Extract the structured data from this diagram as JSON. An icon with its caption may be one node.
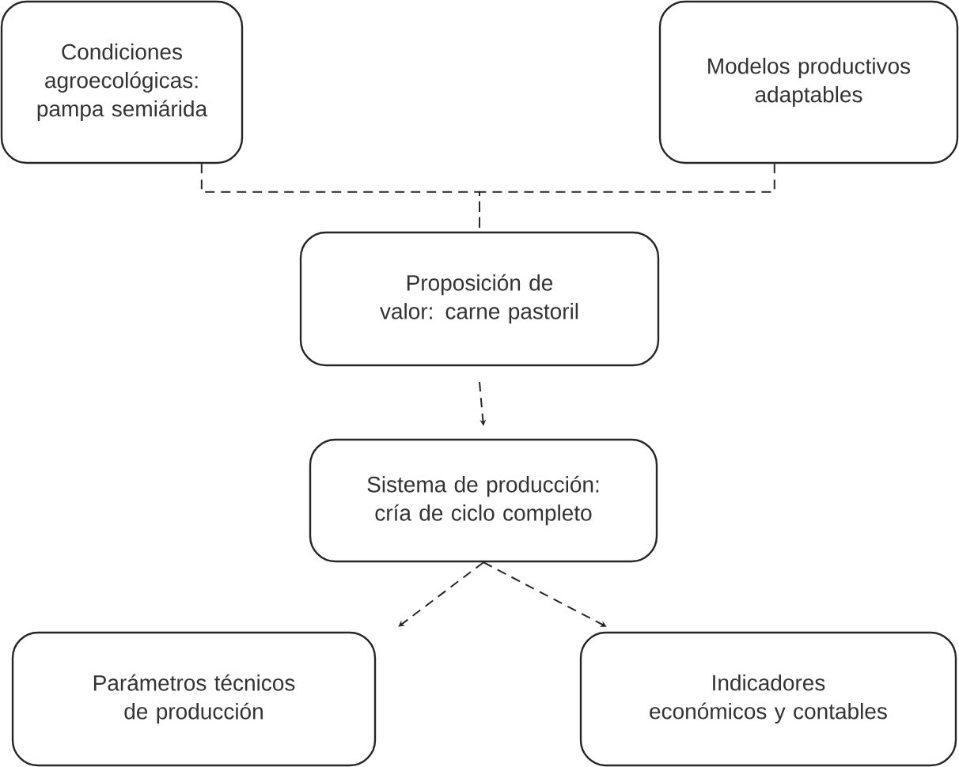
{
  "diagram": {
    "nodes": [
      {
        "text": [
          "Condiciones agroecológicas: pampa semiárida"
        ]
      },
      {
        "text": [
          "Modelos productivos adaptables"
        ]
      },
      {
        "text": [
          "Proposición de valor: carne pastoril"
        ]
      },
      {
        "text": [
          "Sistema de producción: cría de ciclo completo"
        ]
      },
      {
        "text": [
          "Parámetros técnicos de producción"
        ]
      },
      {
        "text": [
          "Indicadores económicos y contables"
        ]
      }
    ],
    "edges": [
      {
        "from": 0,
        "to": 2,
        "arrow": "none",
        "style": "dashed"
      },
      {
        "from": 1,
        "to": 2,
        "arrow": "none",
        "style": "dashed"
      },
      {
        "from": 2,
        "to": 3,
        "arrow": "to",
        "style": "dashed"
      },
      {
        "from": 3,
        "to": 4,
        "arrow": "to",
        "style": "dashed"
      },
      {
        "from": 3,
        "to": 5,
        "arrow": "to",
        "style": "dashed"
      }
    ]
  }
}
